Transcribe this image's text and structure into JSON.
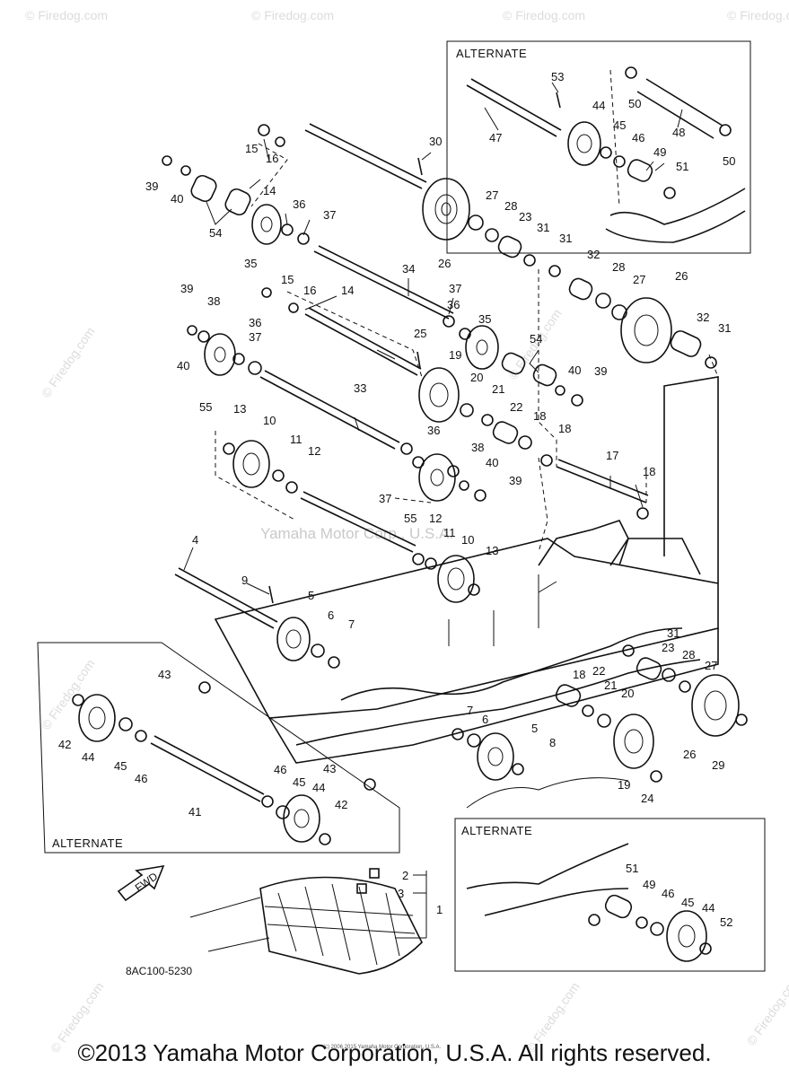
{
  "diagram": {
    "ref_code": "8AC100-5230",
    "alternate_label": "ALTERNATE",
    "watermark_center": "Yamaha Motor Corp., U.S.A.",
    "watermark_site": "© Firedog.com",
    "fwd_label": "FWD",
    "fine_print": "(c) 2006 2015 Yamaha Motor Corporation, U.S.A.",
    "copyright": "©2013 Yamaha Motor Corporation, U.S.A. All rights reserved."
  },
  "callouts": [
    {
      "id": "c53",
      "text": "53"
    },
    {
      "id": "c50a",
      "text": "50"
    },
    {
      "id": "c44a",
      "text": "44"
    },
    {
      "id": "c45a",
      "text": "45"
    },
    {
      "id": "c47",
      "text": "47"
    },
    {
      "id": "c48",
      "text": "48"
    },
    {
      "id": "c46a",
      "text": "46"
    },
    {
      "id": "c49a",
      "text": "49"
    },
    {
      "id": "c50b",
      "text": "50"
    },
    {
      "id": "c51a",
      "text": "51"
    },
    {
      "id": "c30",
      "text": "30"
    },
    {
      "id": "c15a",
      "text": "15"
    },
    {
      "id": "c16a",
      "text": "16"
    },
    {
      "id": "c39a",
      "text": "39"
    },
    {
      "id": "c40a",
      "text": "40"
    },
    {
      "id": "c14a",
      "text": "14"
    },
    {
      "id": "c36a",
      "text": "36"
    },
    {
      "id": "c37a",
      "text": "37"
    },
    {
      "id": "c54",
      "text": "54"
    },
    {
      "id": "c35a",
      "text": "35"
    },
    {
      "id": "c27a",
      "text": "27"
    },
    {
      "id": "c28a",
      "text": "28"
    },
    {
      "id": "c23a",
      "text": "23"
    },
    {
      "id": "c31a",
      "text": "31"
    },
    {
      "id": "c26a",
      "text": "26"
    },
    {
      "id": "c31b",
      "text": "31"
    },
    {
      "id": "c32a",
      "text": "32"
    },
    {
      "id": "c28b",
      "text": "28"
    },
    {
      "id": "c27b",
      "text": "27"
    },
    {
      "id": "c26b",
      "text": "26"
    },
    {
      "id": "c34",
      "text": "34"
    },
    {
      "id": "c15b",
      "text": "15"
    },
    {
      "id": "c16b",
      "text": "16"
    },
    {
      "id": "c14b",
      "text": "14"
    },
    {
      "id": "c37b",
      "text": "37"
    },
    {
      "id": "c36b",
      "text": "36"
    },
    {
      "id": "c35b",
      "text": "35"
    },
    {
      "id": "c32b",
      "text": "32"
    },
    {
      "id": "c31c",
      "text": "31"
    },
    {
      "id": "c39b",
      "text": "39"
    },
    {
      "id": "c38a",
      "text": "38"
    },
    {
      "id": "c36c",
      "text": "36"
    },
    {
      "id": "c37c",
      "text": "37"
    },
    {
      "id": "c40b",
      "text": "40"
    },
    {
      "id": "c55a",
      "text": "55"
    },
    {
      "id": "c25",
      "text": "25"
    },
    {
      "id": "c19a",
      "text": "19"
    },
    {
      "id": "c54b",
      "text": "54"
    },
    {
      "id": "c40c",
      "text": "40"
    },
    {
      "id": "c39c",
      "text": "39"
    },
    {
      "id": "c33",
      "text": "33"
    },
    {
      "id": "c20a",
      "text": "20"
    },
    {
      "id": "c21a",
      "text": "21"
    },
    {
      "id": "c22a",
      "text": "22"
    },
    {
      "id": "c18a",
      "text": "18"
    },
    {
      "id": "c13a",
      "text": "13"
    },
    {
      "id": "c10a",
      "text": "10"
    },
    {
      "id": "c11a",
      "text": "11"
    },
    {
      "id": "c12a",
      "text": "12"
    },
    {
      "id": "c36d",
      "text": "36"
    },
    {
      "id": "c38b",
      "text": "38"
    },
    {
      "id": "c40d",
      "text": "40"
    },
    {
      "id": "c39d",
      "text": "39"
    },
    {
      "id": "c18b",
      "text": "18"
    },
    {
      "id": "c17",
      "text": "17"
    },
    {
      "id": "c18c",
      "text": "18"
    },
    {
      "id": "c37d",
      "text": "37"
    },
    {
      "id": "c55b",
      "text": "55"
    },
    {
      "id": "c12b",
      "text": "12"
    },
    {
      "id": "c11b",
      "text": "11"
    },
    {
      "id": "c10b",
      "text": "10"
    },
    {
      "id": "c13b",
      "text": "13"
    },
    {
      "id": "c4",
      "text": "4"
    },
    {
      "id": "c9",
      "text": "9"
    },
    {
      "id": "c5a",
      "text": "5"
    },
    {
      "id": "c6a",
      "text": "6"
    },
    {
      "id": "c7a",
      "text": "7"
    },
    {
      "id": "c31d",
      "text": "31"
    },
    {
      "id": "c23b",
      "text": "23"
    },
    {
      "id": "c28c",
      "text": "28"
    },
    {
      "id": "c27c",
      "text": "27"
    },
    {
      "id": "c43a",
      "text": "43"
    },
    {
      "id": "c22b",
      "text": "22"
    },
    {
      "id": "c18d",
      "text": "18"
    },
    {
      "id": "c21b",
      "text": "21"
    },
    {
      "id": "c20b",
      "text": "20"
    },
    {
      "id": "c42a",
      "text": "42"
    },
    {
      "id": "c44b",
      "text": "44"
    },
    {
      "id": "c45b",
      "text": "45"
    },
    {
      "id": "c46b",
      "text": "46"
    },
    {
      "id": "c7b",
      "text": "7"
    },
    {
      "id": "c6b",
      "text": "6"
    },
    {
      "id": "c5b",
      "text": "5"
    },
    {
      "id": "c8",
      "text": "8"
    },
    {
      "id": "c26c",
      "text": "26"
    },
    {
      "id": "c29",
      "text": "29"
    },
    {
      "id": "c19b",
      "text": "19"
    },
    {
      "id": "c24",
      "text": "24"
    },
    {
      "id": "c43b",
      "text": "43"
    },
    {
      "id": "c46c",
      "text": "46"
    },
    {
      "id": "c45c",
      "text": "45"
    },
    {
      "id": "c44c",
      "text": "44"
    },
    {
      "id": "c41",
      "text": "41"
    },
    {
      "id": "c42b",
      "text": "42"
    },
    {
      "id": "c2",
      "text": "2"
    },
    {
      "id": "c3",
      "text": "3"
    },
    {
      "id": "c1",
      "text": "1"
    },
    {
      "id": "c51b",
      "text": "51"
    },
    {
      "id": "c49b",
      "text": "49"
    },
    {
      "id": "c46d",
      "text": "46"
    },
    {
      "id": "c45d",
      "text": "45"
    },
    {
      "id": "c44d",
      "text": "44"
    },
    {
      "id": "c52",
      "text": "52"
    }
  ]
}
